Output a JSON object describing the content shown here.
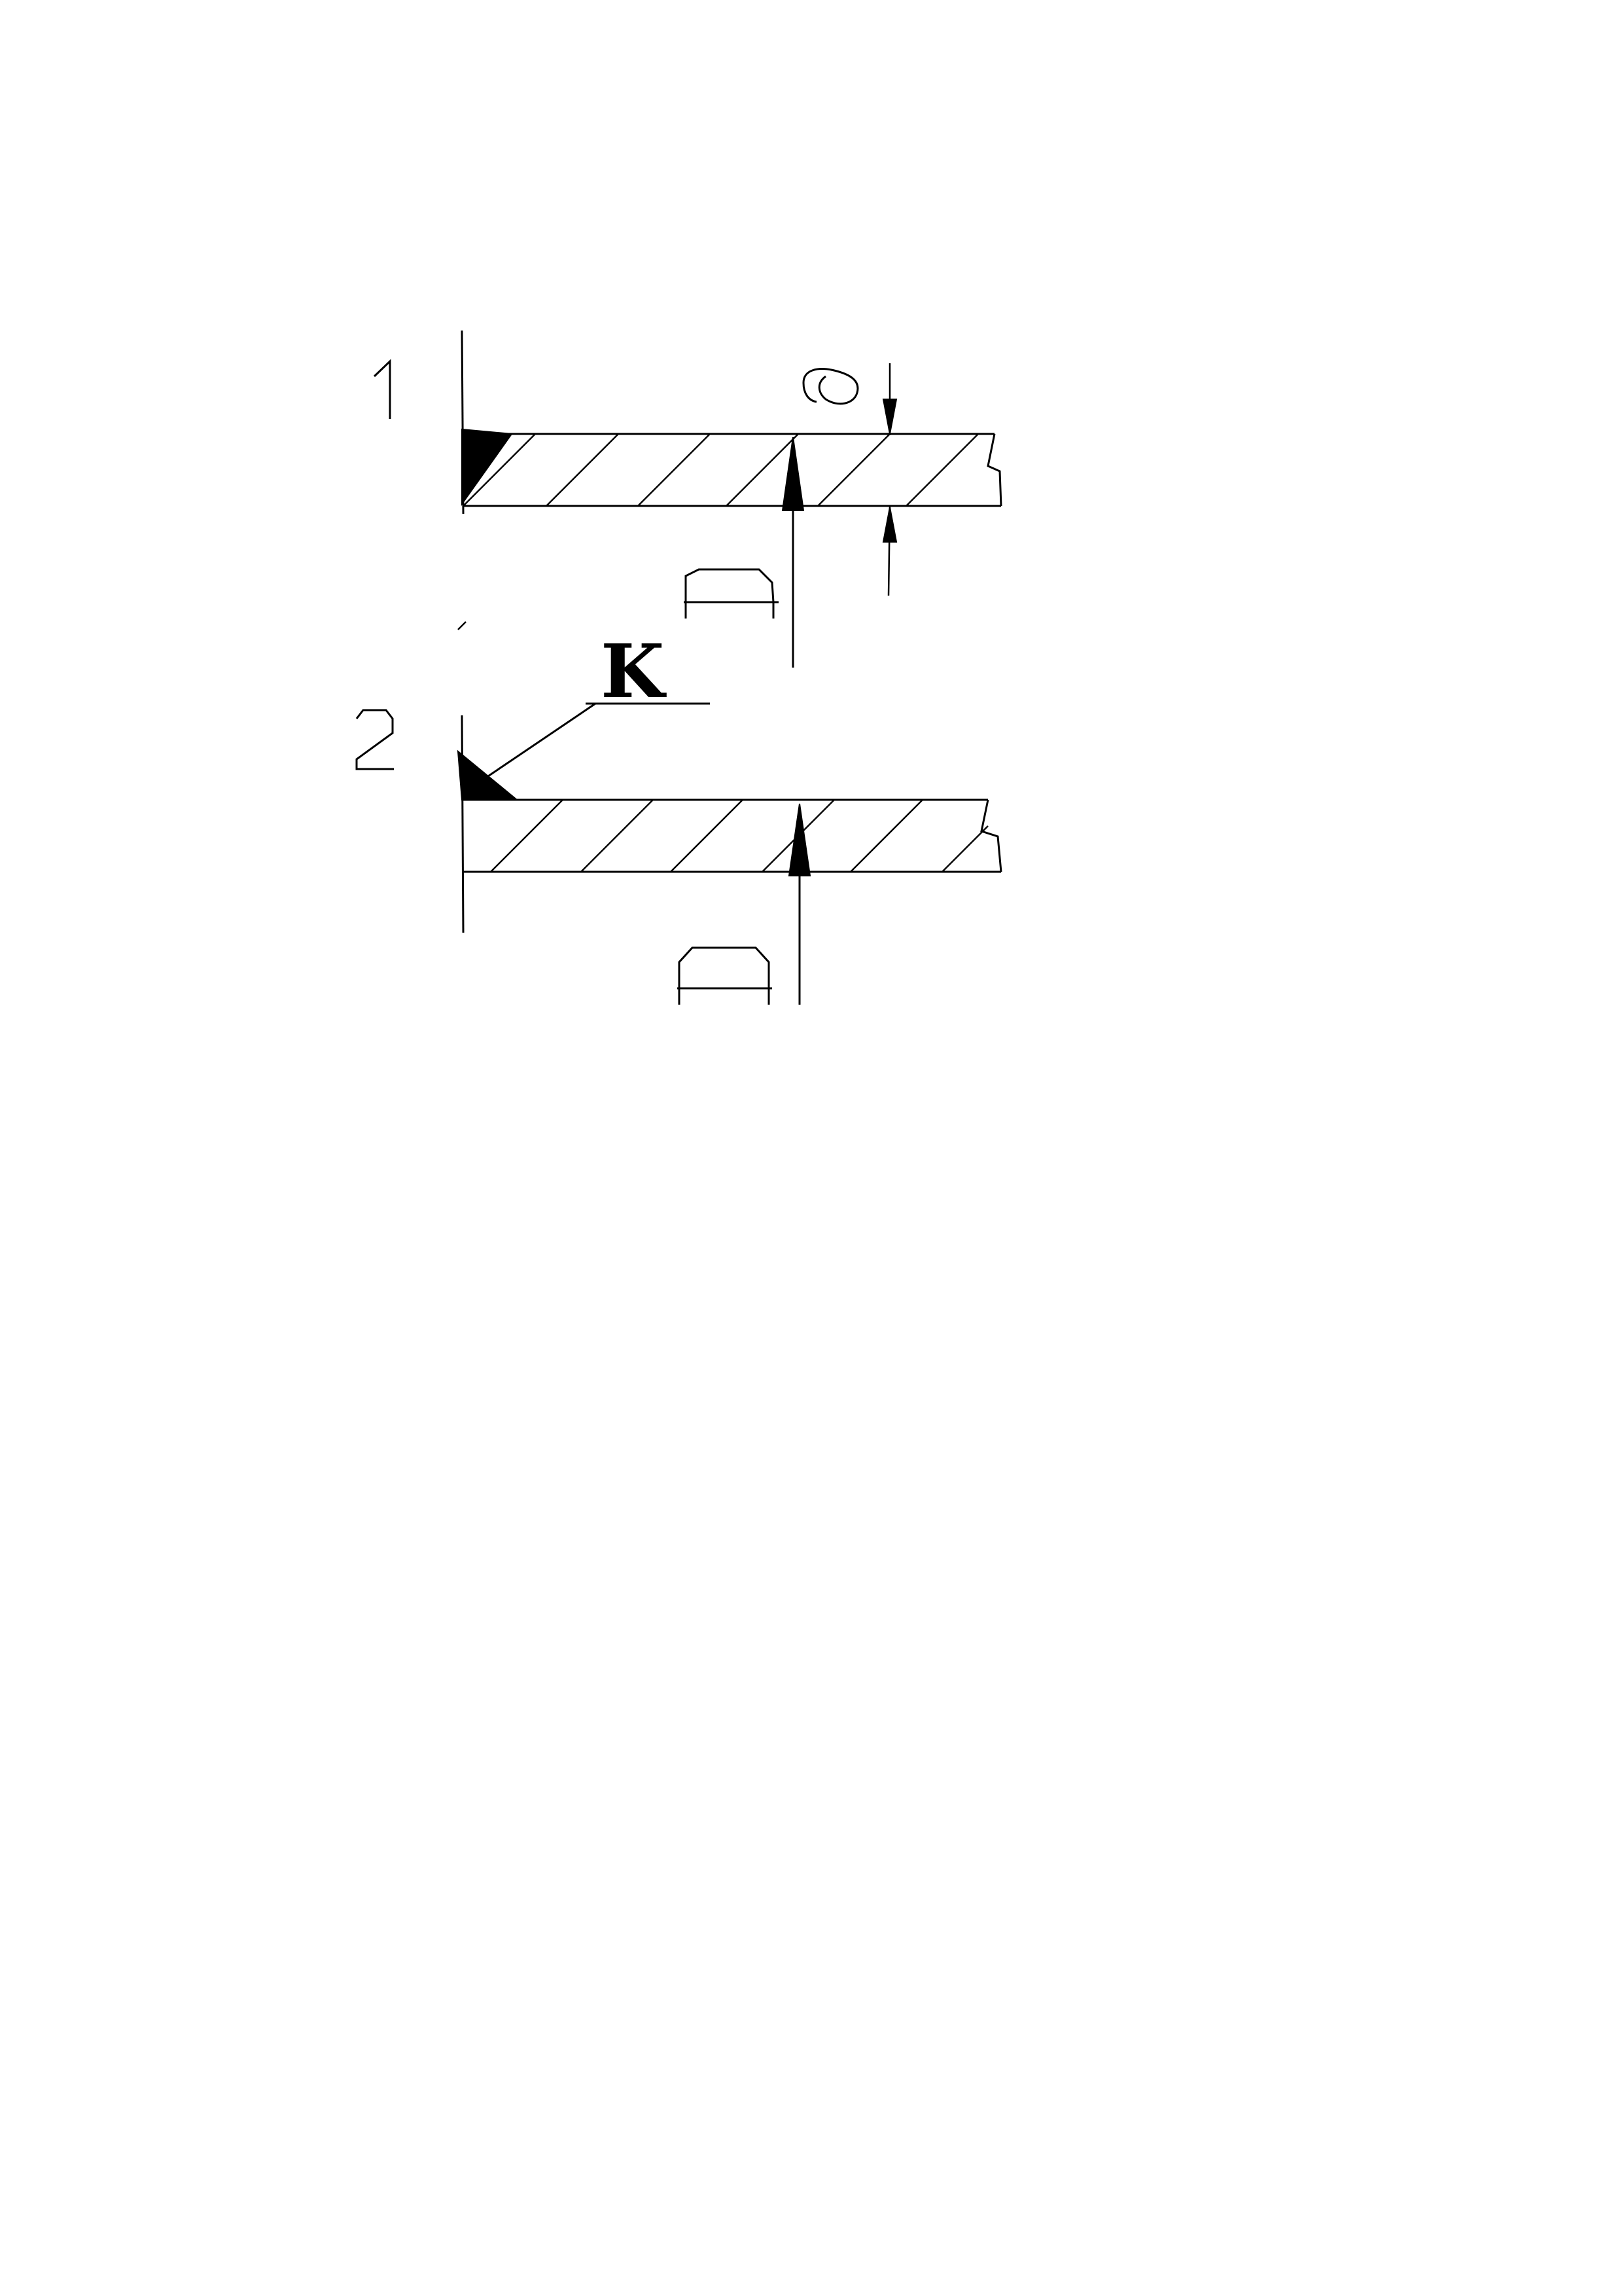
{
  "detail_1": {
    "number": "1",
    "thickness_label": "δ",
    "diameter_label": "D"
  },
  "detail_2": {
    "number": "2",
    "weld_leg_label": "K",
    "diameter_label": "D"
  },
  "colors": {
    "ink": "#000000",
    "background": "#ffffff"
  }
}
